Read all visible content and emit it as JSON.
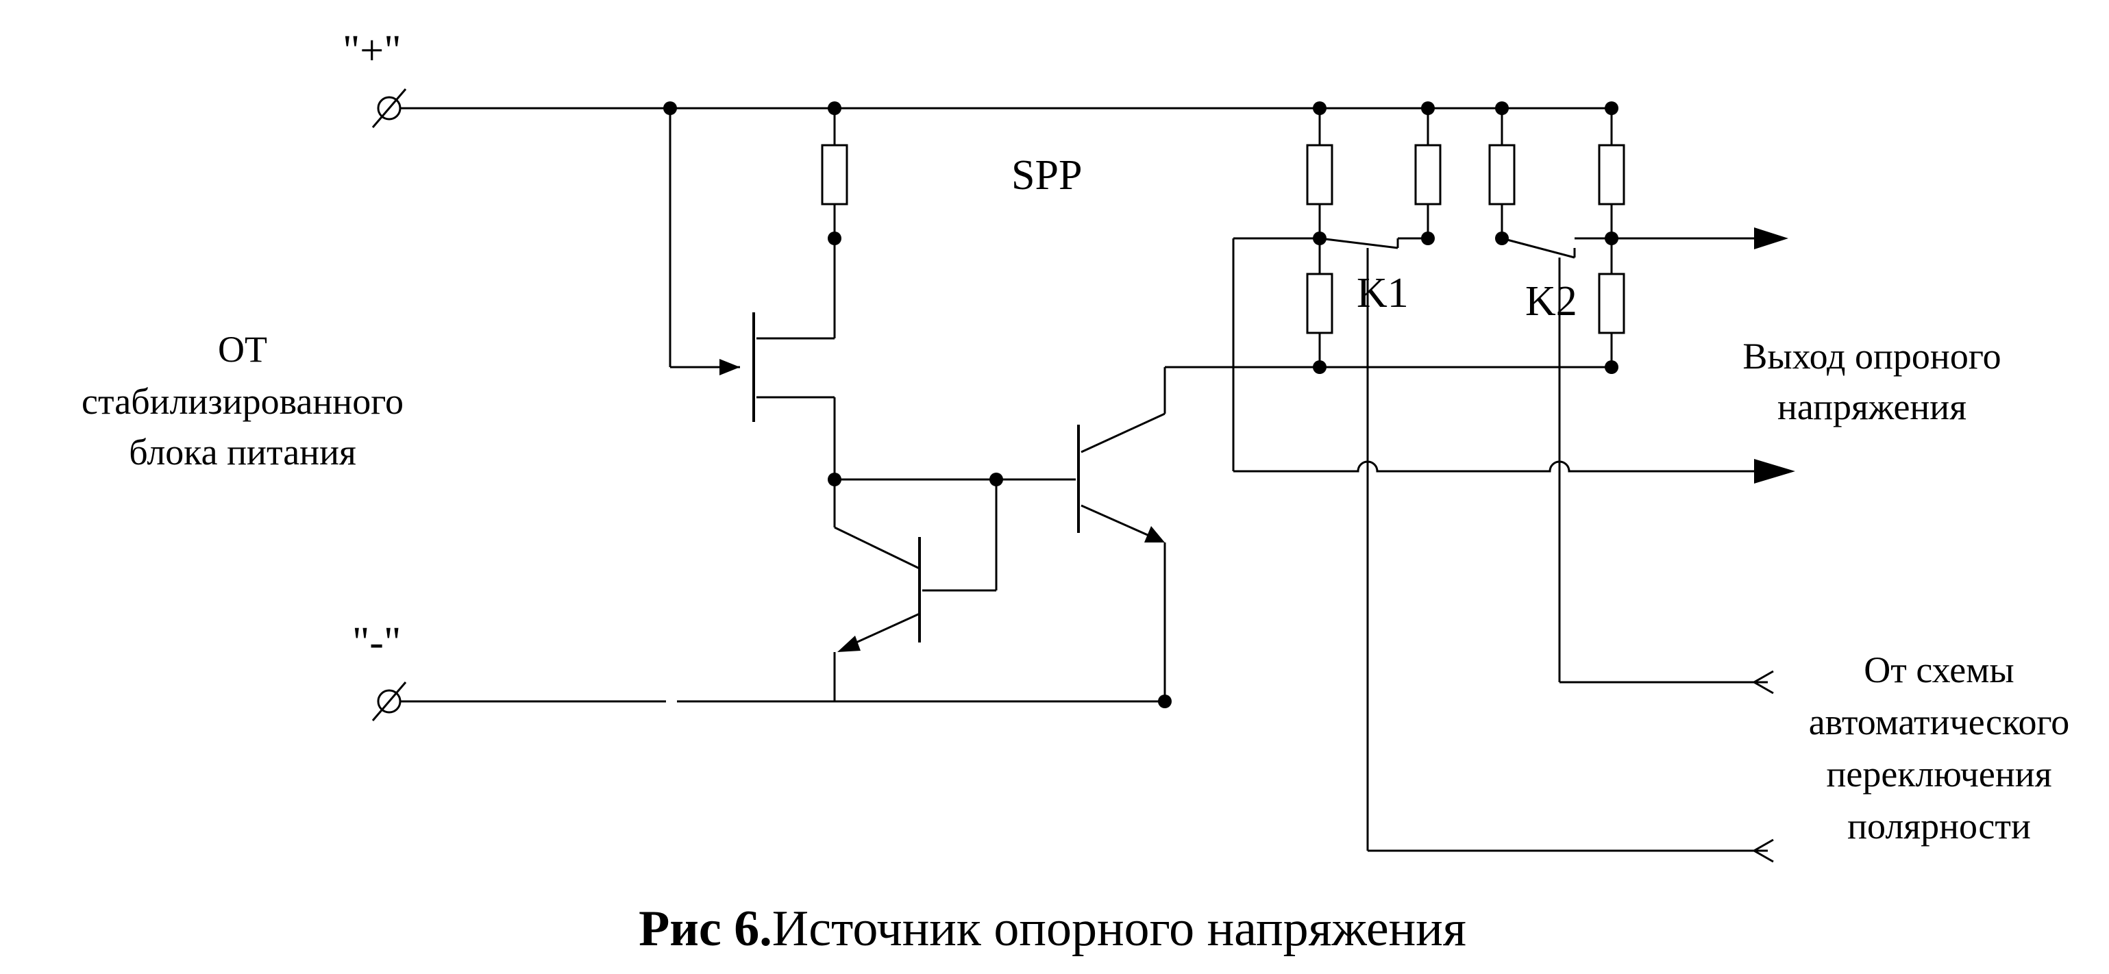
{
  "labels": {
    "plus_terminal": "\"+\"",
    "minus_terminal": "\"-\"",
    "spp": "SPP",
    "k1": "K1",
    "k2": "K2",
    "source_line1": "ОТ",
    "source_line2": "стабилизированного",
    "source_line3": "блока питания",
    "output_line1": "Выход опроного",
    "output_line2": "напряжения",
    "control_line1": "От схемы",
    "control_line2": "автоматического",
    "control_line3": "переключения",
    "control_line4": "полярности"
  },
  "caption": {
    "bold": "Рис 6.",
    "text": "Источник опорного напряжения"
  }
}
